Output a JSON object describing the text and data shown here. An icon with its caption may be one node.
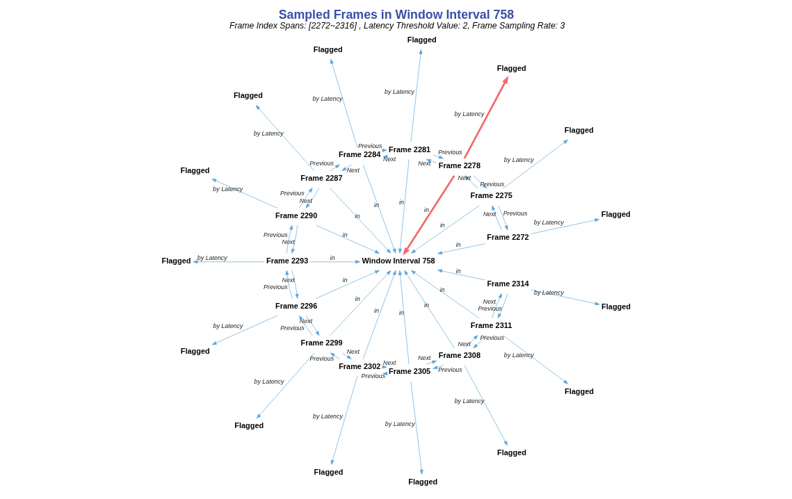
{
  "diagram": {
    "title": "Sampled Frames in Window Interval 758",
    "caption": "Frame Index Spans: [2272~2316] , Latency Threshold Value: 2, Frame Sampling Rate: 3",
    "nodes": [
      {
        "text": [
          "Window Interval 758"
        ]
      },
      {
        "text": [
          "Frame 2272"
        ]
      },
      {
        "text": [
          "Frame 2275"
        ]
      },
      {
        "text": [
          "Frame 2278"
        ]
      },
      {
        "text": [
          "Frame 2281"
        ]
      },
      {
        "text": [
          "Frame 2284"
        ]
      },
      {
        "text": [
          "Frame 2287"
        ]
      },
      {
        "text": [
          "Frame 2290"
        ]
      },
      {
        "text": [
          "Frame 2293"
        ]
      },
      {
        "text": [
          "Frame 2296"
        ]
      },
      {
        "text": [
          "Frame 2299"
        ]
      },
      {
        "text": [
          "Frame 2302"
        ]
      },
      {
        "text": [
          "Frame 2305"
        ]
      },
      {
        "text": [
          "Frame 2308"
        ]
      },
      {
        "text": [
          "Frame 2311"
        ]
      },
      {
        "text": [
          "Frame 2314"
        ]
      },
      {
        "text": [
          "Flagged"
        ]
      },
      {
        "text": [
          "Flagged"
        ]
      },
      {
        "text": [
          "Flagged"
        ]
      },
      {
        "text": [
          "Flagged"
        ]
      },
      {
        "text": [
          "Flagged"
        ]
      },
      {
        "text": [
          "Flagged"
        ]
      },
      {
        "text": [
          "Flagged"
        ]
      },
      {
        "text": [
          "Flagged"
        ]
      },
      {
        "text": [
          "Flagged"
        ]
      },
      {
        "text": [
          "Flagged"
        ]
      },
      {
        "text": [
          "Flagged"
        ]
      },
      {
        "text": [
          "Flagged"
        ]
      },
      {
        "text": [
          "Flagged"
        ]
      },
      {
        "text": [
          "Flagged"
        ]
      },
      {
        "text": [
          "Flagged"
        ]
      }
    ],
    "edges": [
      {
        "from": 1,
        "to": 0,
        "arrow": "to",
        "label": "in"
      },
      {
        "from": 1,
        "to": 16,
        "arrow": "to",
        "label": "by Latency"
      },
      {
        "from": 2,
        "to": 0,
        "arrow": "to",
        "label": "in"
      },
      {
        "from": 2,
        "to": 17,
        "arrow": "to",
        "label": "by Latency"
      },
      {
        "from": 3,
        "to": 0,
        "arrow": "to",
        "label": "in",
        "style": "thick",
        "color": "#f26b6b"
      },
      {
        "from": 3,
        "to": 18,
        "arrow": "to",
        "label": "by Latency",
        "style": "thick",
        "color": "#f26b6b"
      },
      {
        "from": 4,
        "to": 0,
        "arrow": "to",
        "label": "in"
      },
      {
        "from": 4,
        "to": 19,
        "arrow": "to",
        "label": "by Latency"
      },
      {
        "from": 5,
        "to": 0,
        "arrow": "to",
        "label": "in"
      },
      {
        "from": 5,
        "to": 20,
        "arrow": "to",
        "label": "by Latency"
      },
      {
        "from": 6,
        "to": 0,
        "arrow": "to",
        "label": "in"
      },
      {
        "from": 6,
        "to": 21,
        "arrow": "to",
        "label": "by Latency"
      },
      {
        "from": 7,
        "to": 0,
        "arrow": "to",
        "label": "in"
      },
      {
        "from": 7,
        "to": 22,
        "arrow": "to",
        "label": "by Latency"
      },
      {
        "from": 8,
        "to": 0,
        "arrow": "to",
        "label": "in"
      },
      {
        "from": 8,
        "to": 23,
        "arrow": "to",
        "label": "by Latency"
      },
      {
        "from": 9,
        "to": 0,
        "arrow": "to",
        "label": "in"
      },
      {
        "from": 9,
        "to": 24,
        "arrow": "to",
        "label": "by Latency"
      },
      {
        "from": 10,
        "to": 0,
        "arrow": "to",
        "label": "in"
      },
      {
        "from": 10,
        "to": 25,
        "arrow": "to",
        "label": "by Latency"
      },
      {
        "from": 11,
        "to": 0,
        "arrow": "to",
        "label": "in"
      },
      {
        "from": 11,
        "to": 26,
        "arrow": "to",
        "label": "by Latency"
      },
      {
        "from": 12,
        "to": 0,
        "arrow": "to",
        "label": "in"
      },
      {
        "from": 12,
        "to": 27,
        "arrow": "to",
        "label": "by Latency"
      },
      {
        "from": 13,
        "to": 0,
        "arrow": "to",
        "label": "in"
      },
      {
        "from": 13,
        "to": 28,
        "arrow": "to",
        "label": "by Latency"
      },
      {
        "from": 14,
        "to": 0,
        "arrow": "to",
        "label": "in"
      },
      {
        "from": 14,
        "to": 29,
        "arrow": "to",
        "label": "by Latency"
      },
      {
        "from": 15,
        "to": 0,
        "arrow": "to",
        "label": "in"
      },
      {
        "from": 15,
        "to": 30,
        "arrow": "to",
        "label": "by Latency"
      },
      {
        "from": 1,
        "to": 2,
        "arrow": "to",
        "label": "Next"
      },
      {
        "from": 2,
        "to": 1,
        "arrow": "to",
        "label": "Previous"
      },
      {
        "from": 2,
        "to": 3,
        "arrow": "to",
        "label": "Next"
      },
      {
        "from": 3,
        "to": 2,
        "arrow": "to",
        "label": "Previous"
      },
      {
        "from": 3,
        "to": 4,
        "arrow": "to",
        "label": "Next"
      },
      {
        "from": 4,
        "to": 3,
        "arrow": "to",
        "label": "Previous"
      },
      {
        "from": 4,
        "to": 5,
        "arrow": "to",
        "label": "Next"
      },
      {
        "from": 5,
        "to": 4,
        "arrow": "to",
        "label": "Previous"
      },
      {
        "from": 5,
        "to": 6,
        "arrow": "to",
        "label": "Next"
      },
      {
        "from": 6,
        "to": 5,
        "arrow": "to",
        "label": "Previous"
      },
      {
        "from": 6,
        "to": 7,
        "arrow": "to",
        "label": "Next"
      },
      {
        "from": 7,
        "to": 6,
        "arrow": "to",
        "label": "Previous"
      },
      {
        "from": 7,
        "to": 8,
        "arrow": "to",
        "label": "Next"
      },
      {
        "from": 8,
        "to": 7,
        "arrow": "to",
        "label": "Previous"
      },
      {
        "from": 8,
        "to": 9,
        "arrow": "to",
        "label": "Next"
      },
      {
        "from": 9,
        "to": 8,
        "arrow": "to",
        "label": "Previous"
      },
      {
        "from": 9,
        "to": 10,
        "arrow": "to",
        "label": "Next"
      },
      {
        "from": 10,
        "to": 9,
        "arrow": "to",
        "label": "Previous"
      },
      {
        "from": 10,
        "to": 11,
        "arrow": "to",
        "label": "Next"
      },
      {
        "from": 11,
        "to": 10,
        "arrow": "to",
        "label": "Previous"
      },
      {
        "from": 11,
        "to": 12,
        "arrow": "to",
        "label": "Next"
      },
      {
        "from": 12,
        "to": 11,
        "arrow": "to",
        "label": "Previous"
      },
      {
        "from": 12,
        "to": 13,
        "arrow": "to",
        "label": "Next"
      },
      {
        "from": 13,
        "to": 12,
        "arrow": "to",
        "label": "Previous"
      },
      {
        "from": 13,
        "to": 14,
        "arrow": "to",
        "label": "Next"
      },
      {
        "from": 14,
        "to": 13,
        "arrow": "to",
        "label": "Previous"
      },
      {
        "from": 14,
        "to": 15,
        "arrow": "to",
        "label": "Next"
      },
      {
        "from": 15,
        "to": 14,
        "arrow": "to",
        "label": "Previous"
      }
    ]
  }
}
